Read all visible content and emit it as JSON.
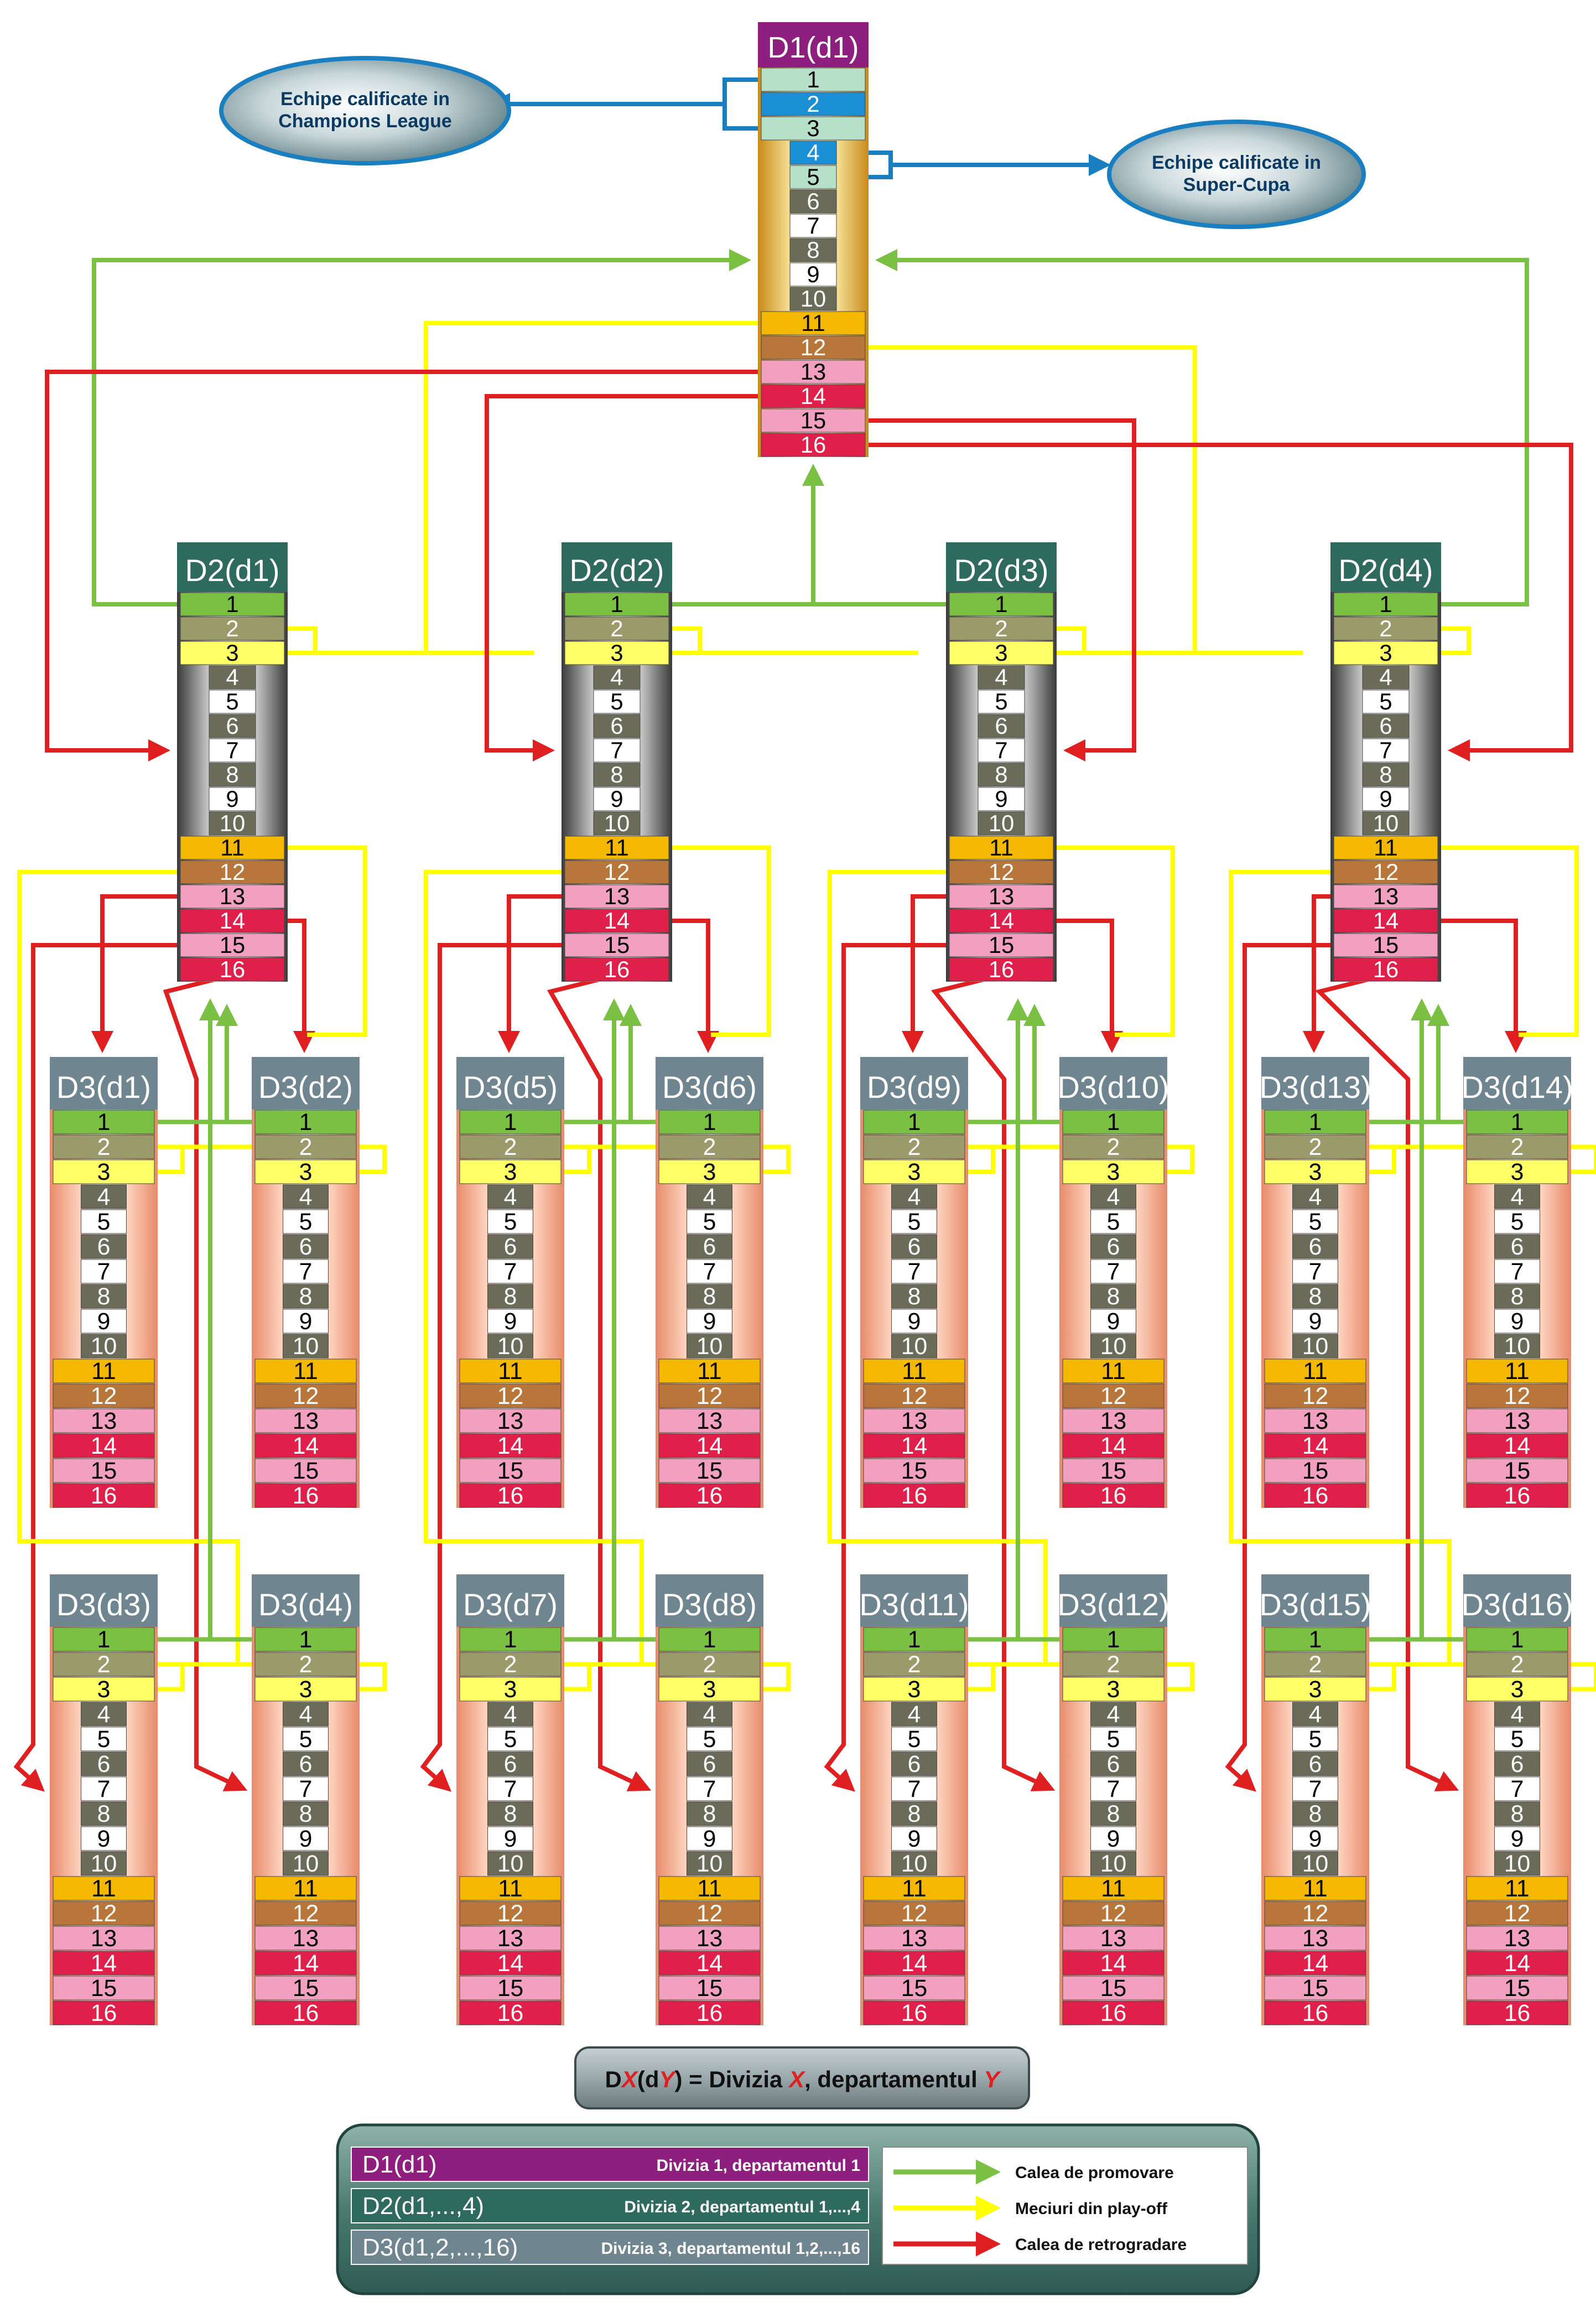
{
  "top_division": {
    "title": "D1(d1)",
    "ranks": [
      "1",
      "2",
      "3",
      "4",
      "5",
      "6",
      "7",
      "8",
      "9",
      "10",
      "11",
      "12",
      "13",
      "14",
      "15",
      "16"
    ]
  },
  "division2": [
    {
      "title": "D2(d1)"
    },
    {
      "title": "D2(d2)"
    },
    {
      "title": "D2(d3)"
    },
    {
      "title": "D2(d4)"
    }
  ],
  "division3_upper": [
    {
      "title": "D3(d1)"
    },
    {
      "title": "D3(d2)"
    },
    {
      "title": "D3(d5)"
    },
    {
      "title": "D3(d6)"
    },
    {
      "title": "D3(d9)"
    },
    {
      "title": "D3(d10)"
    },
    {
      "title": "D3(d13)"
    },
    {
      "title": "D3(d14)"
    }
  ],
  "division3_lower": [
    {
      "title": "D3(d3)"
    },
    {
      "title": "D3(d4)"
    },
    {
      "title": "D3(d7)"
    },
    {
      "title": "D3(d8)"
    },
    {
      "title": "D3(d11)"
    },
    {
      "title": "D3(d12)"
    },
    {
      "title": "D3(d15)"
    },
    {
      "title": "D3(d16)"
    }
  ],
  "bubbles": {
    "champions": [
      "Echipe calificate in",
      "Champions League"
    ],
    "supercup": [
      "Echipe calificate in",
      "Super-Cupa"
    ]
  },
  "notation": {
    "prefix_d": "D",
    "x": "X",
    "open": "(d",
    "y": "Y",
    "mid": ") = Divizia ",
    "x2": "X",
    "comma": ", departamentul ",
    "y2": "Y"
  },
  "legend": {
    "divisions": [
      {
        "code": "D1(d1)",
        "desc": "Divizia 1, departamentul 1",
        "color": "#8e1f7e"
      },
      {
        "code": "D2(d1,...,4)",
        "desc": "Divizia 2, departamentul 1,...,4",
        "color": "#2e6a5e"
      },
      {
        "code": "D3(d1,2,...,16)",
        "desc": "Divizia 3, departamentul 1,2,...,16",
        "color": "#6f8590"
      }
    ],
    "arrows": [
      {
        "label": "Calea de promovare",
        "color": "#7ac143"
      },
      {
        "label": "Meciuri din play-off",
        "color": "#ffff00"
      },
      {
        "label": "Calea de retrogradare",
        "color": "#e02020"
      }
    ]
  },
  "colors": {
    "promotion": "#7ac143",
    "playoff": "#ffff00",
    "relegation": "#e02020",
    "qualify_arrow": "#1a7fc1",
    "d1_header": "#8e1f7e",
    "d2_header": "#2e6a5e",
    "d3_header": "#6f8590"
  }
}
